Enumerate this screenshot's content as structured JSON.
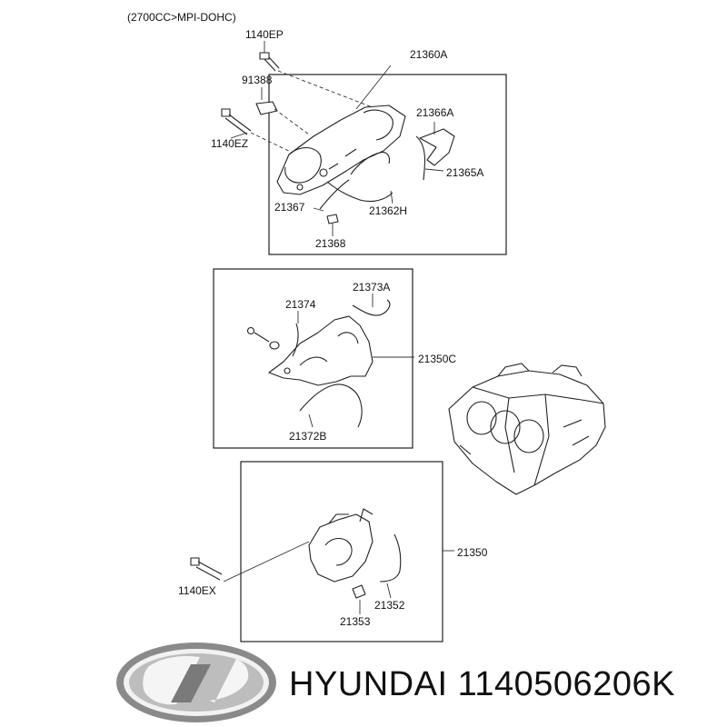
{
  "header": {
    "engine_note": "(2700CC>MPI-DOHC)"
  },
  "labels": {
    "p1140EP": "1140EP",
    "p21360A": "21360A",
    "p91388": "91388",
    "p1140EZ": "1140EZ",
    "p21366A": "21366A",
    "p21365A": "21365A",
    "p21367": "21367",
    "p21362H": "21362H",
    "p21368": "21368",
    "p21374": "21374",
    "p21373A": "21373A",
    "p21350C": "21350C",
    "p21372B": "21372B",
    "p21350": "21350",
    "p1140EX": "1140EX",
    "p21352": "21352",
    "p21353": "21353"
  },
  "brand": {
    "text": "HYUNDAI 1140506206K",
    "logo": "hyundai-logo-icon"
  }
}
